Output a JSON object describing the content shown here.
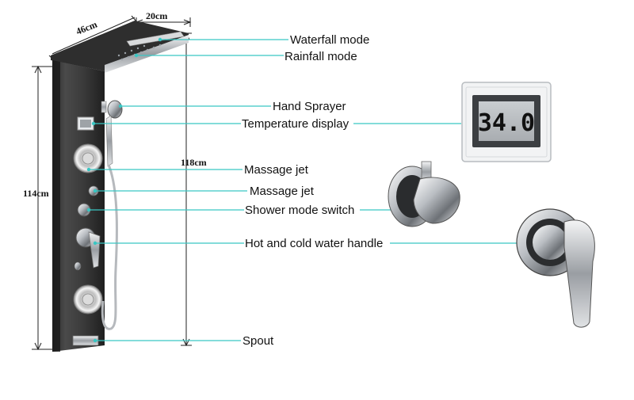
{
  "dimensions": {
    "top_depth": "46cm",
    "top_width": "20cm",
    "panel_height": "114cm",
    "total_height": "118cm"
  },
  "display_reading": "34.0",
  "callouts": [
    {
      "id": "waterfall",
      "label": "Waterfall mode"
    },
    {
      "id": "rainfall",
      "label": "Rainfall mode"
    },
    {
      "id": "hand-sprayer",
      "label": "Hand Sprayer"
    },
    {
      "id": "temperature",
      "label": "Temperature display"
    },
    {
      "id": "massage-jet-1",
      "label": "Massage jet"
    },
    {
      "id": "massage-jet-2",
      "label": "Massage jet"
    },
    {
      "id": "mode-switch",
      "label": "Shower mode switch"
    },
    {
      "id": "water-handle",
      "label": "Hot and cold water handle"
    },
    {
      "id": "spout",
      "label": "Spout"
    }
  ],
  "colors": {
    "leader": "#39c6c3",
    "panel": "#3a3a3a",
    "chrome": "#c9ccd0",
    "dimension": "#222222"
  }
}
